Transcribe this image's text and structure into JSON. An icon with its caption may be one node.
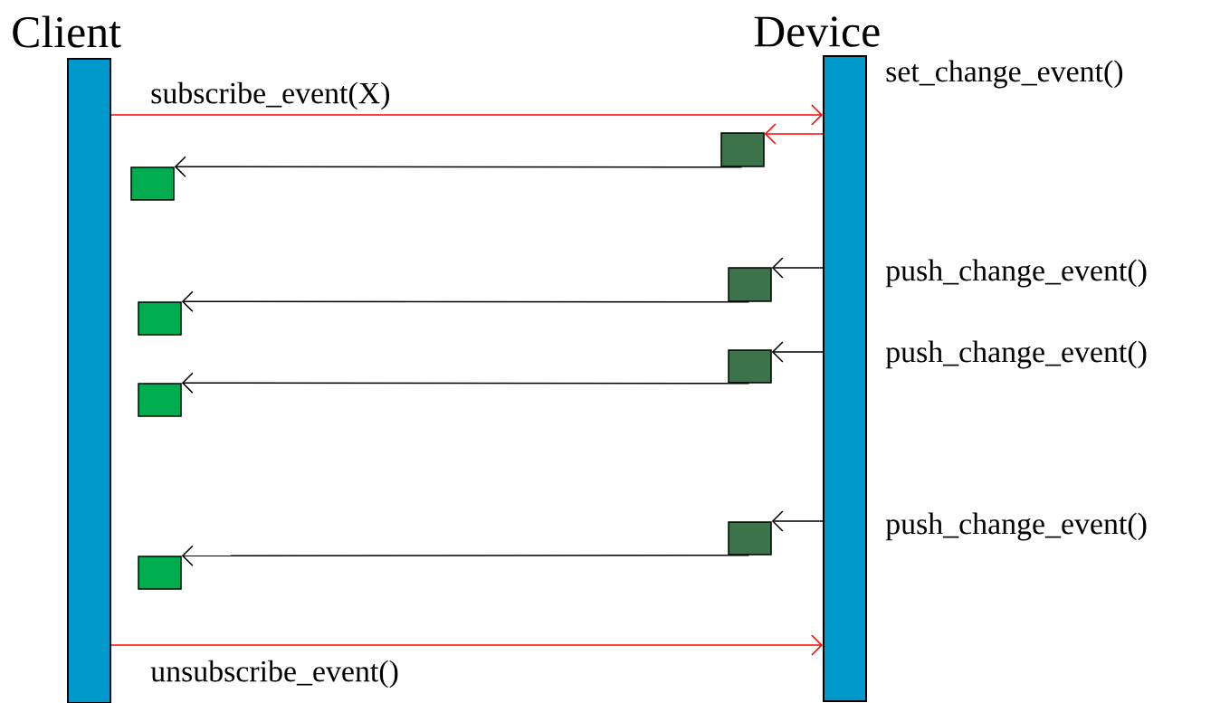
{
  "diagram": {
    "nodes": [
      {
        "text": [
          "Client"
        ]
      },
      {
        "text": [
          "Device"
        ],
        "beside": [
          "set_change_event()",
          "push_change_event()",
          "push_change_event()",
          "push_change_event()"
        ]
      },
      {
        "text": [],
        "shape": "box"
      },
      {
        "text": [],
        "shape": "box"
      },
      {
        "text": [],
        "shape": "box"
      },
      {
        "text": [],
        "shape": "box"
      },
      {
        "text": [],
        "shape": "box"
      },
      {
        "text": [],
        "shape": "box"
      },
      {
        "text": [],
        "shape": "box"
      },
      {
        "text": [],
        "shape": "box"
      }
    ],
    "edges": [
      {
        "from": 0,
        "to": 1,
        "arrow": "to",
        "label": "subscribe_event(X)",
        "color": "#ff0000"
      },
      {
        "from": 1,
        "to": 2,
        "arrow": "to",
        "color": "#ff0000"
      },
      {
        "from": 2,
        "to": 3,
        "arrow": "to"
      },
      {
        "from": 1,
        "to": 4,
        "arrow": "to"
      },
      {
        "from": 4,
        "to": 5,
        "arrow": "to"
      },
      {
        "from": 1,
        "to": 6,
        "arrow": "to"
      },
      {
        "from": 6,
        "to": 7,
        "arrow": "to"
      },
      {
        "from": 1,
        "to": 8,
        "arrow": "to"
      },
      {
        "from": 8,
        "to": 9,
        "arrow": "to"
      },
      {
        "from": 0,
        "to": 1,
        "arrow": "to",
        "label": "unsubscribe_event()",
        "color": "#ff0000"
      }
    ]
  }
}
